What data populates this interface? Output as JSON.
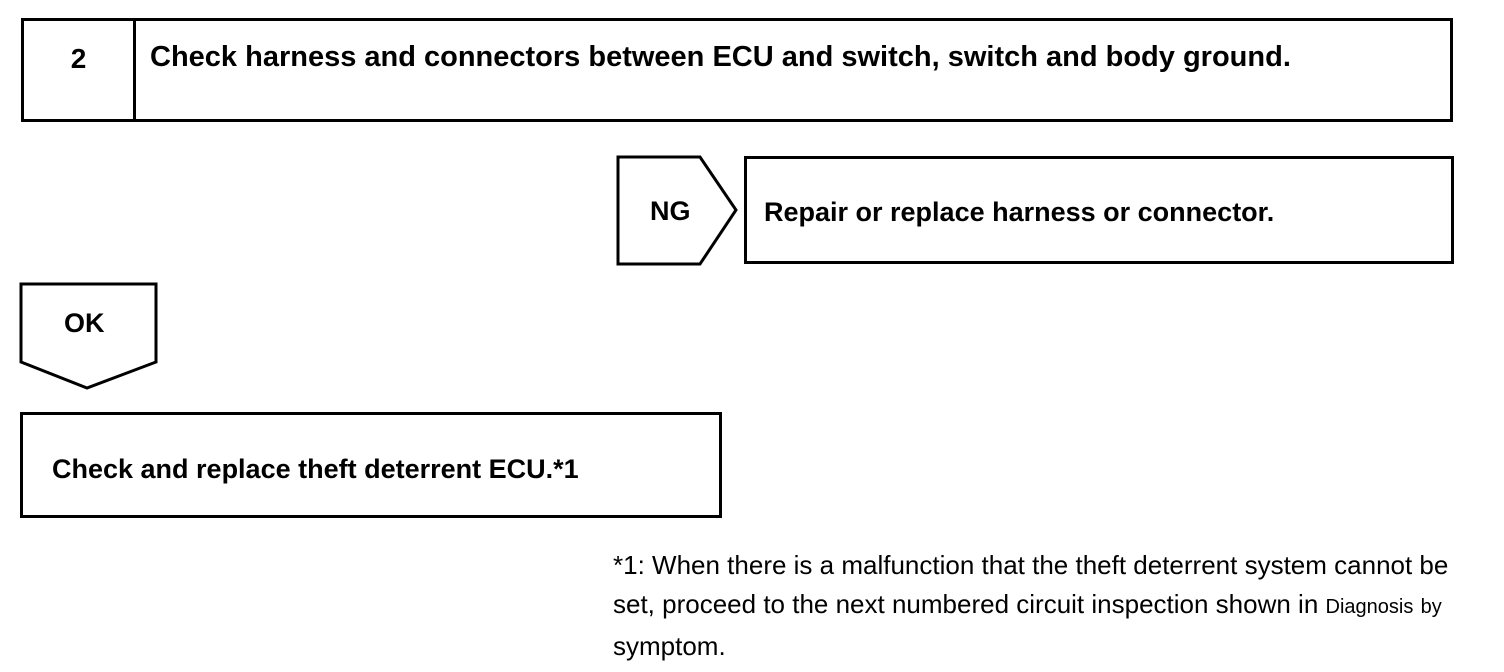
{
  "step": {
    "number": "2",
    "title": "Check harness and connectors between ECU and switch, switch and body ground."
  },
  "ng_branch": {
    "label": "NG",
    "action": "Repair or replace harness or connector."
  },
  "ok_branch": {
    "label": "OK",
    "action": "Check and replace theft deterrent ECU.*1"
  },
  "footnote": {
    "lead": "*1: When there is a malfunction that the theft deterrent system cannot be set, proceed to the next numbered circuit inspection shown in",
    "reference_part1": "Diagnosis",
    "reference_part2": "by",
    "reference_part3": "symptom."
  }
}
